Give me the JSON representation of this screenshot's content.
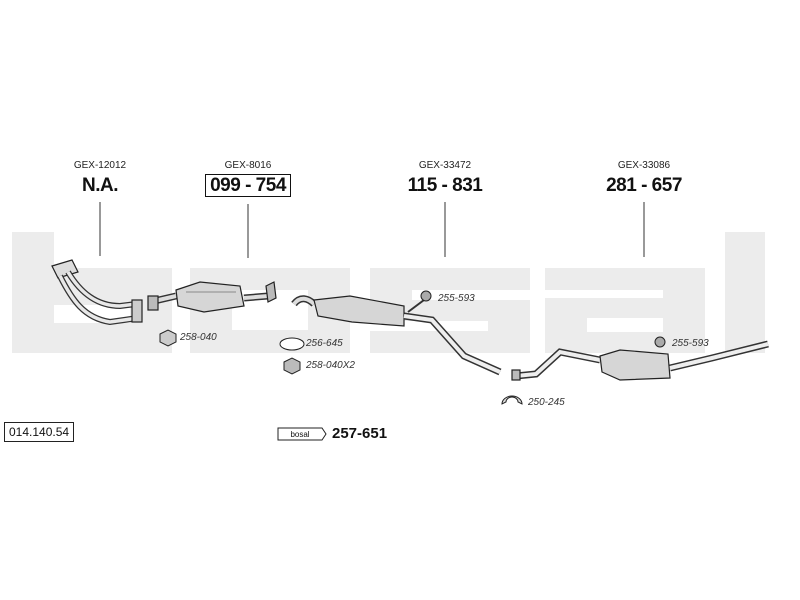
{
  "diagram": {
    "article_number": "014.140.54",
    "watermark_text": "bosal",
    "groups": [
      {
        "id": "front",
        "gex": "GEX-12012",
        "part": "N.A.",
        "boxed": false
      },
      {
        "id": "cat",
        "gex": "GEX-8016",
        "part": "099 - 754",
        "boxed": true
      },
      {
        "id": "middle",
        "gex": "GEX-33472",
        "part": "115 - 831",
        "boxed": false
      },
      {
        "id": "rear",
        "gex": "GEX-33086",
        "part": "281 - 657",
        "boxed": false
      }
    ],
    "accessories": [
      {
        "id": "gasket-front",
        "code": "258-040"
      },
      {
        "id": "ring-gasket",
        "code": "256-645"
      },
      {
        "id": "nut",
        "code": "258-040X2"
      },
      {
        "id": "hanger-middle",
        "code": "255-593"
      },
      {
        "id": "clamp",
        "code": "250-245"
      },
      {
        "id": "hanger-rear",
        "code": "255-593"
      }
    ],
    "mounting_kit": {
      "badge": "bosal",
      "code": "257-651"
    }
  }
}
